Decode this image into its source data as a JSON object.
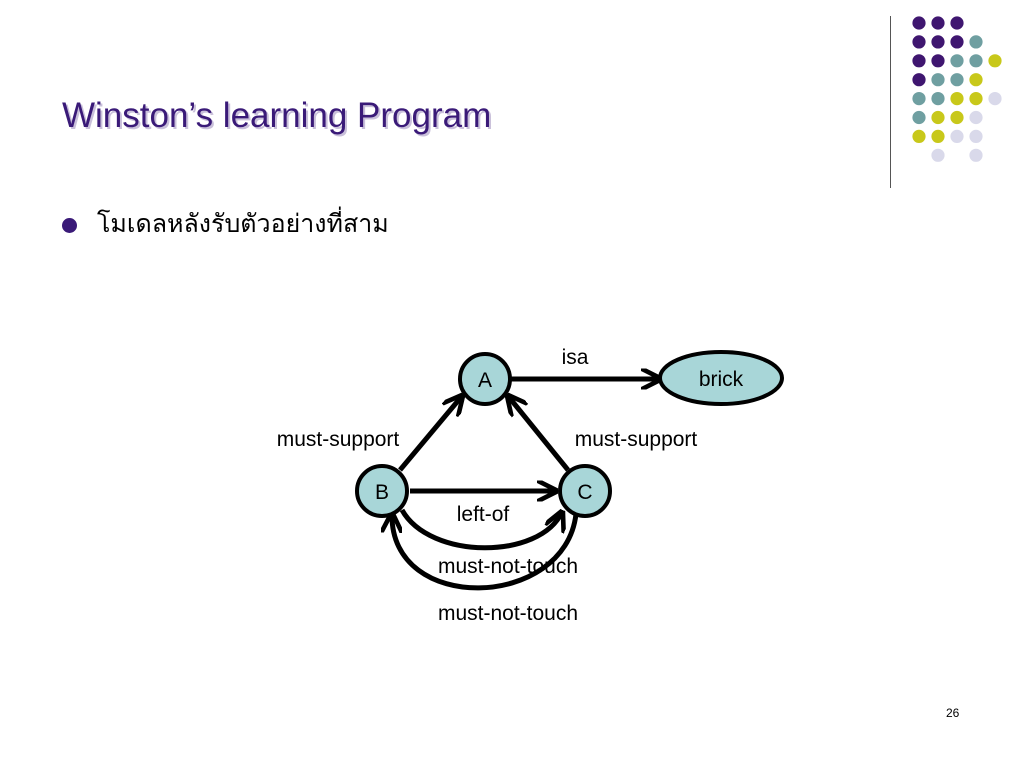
{
  "slide": {
    "title": "Winston’s learning Program",
    "bullet": "โมเดลหลังรับตัวอย่างที่สาม",
    "page_number": "26"
  },
  "colors": {
    "title": "#3a1a78",
    "node_fill": "#a8d6d8",
    "dot_purple": "#3f1670",
    "dot_teal": "#6f9fa1",
    "dot_yellow": "#c8c81a",
    "dot_lavender": "#d9d9ea"
  },
  "diagram": {
    "nodes": [
      {
        "id": "A",
        "label": "A"
      },
      {
        "id": "B",
        "label": "B"
      },
      {
        "id": "C",
        "label": "C"
      },
      {
        "id": "brick",
        "label": "brick"
      }
    ],
    "edges": [
      {
        "from": "A",
        "to": "brick",
        "label": "isa"
      },
      {
        "from": "B",
        "to": "A",
        "label": "must-support"
      },
      {
        "from": "C",
        "to": "A",
        "label": "must-support"
      },
      {
        "from": "B",
        "to": "C",
        "label": "left-of"
      },
      {
        "from": "B",
        "to": "C",
        "label": "must-not-touch"
      },
      {
        "from": "C",
        "to": "B",
        "label": "must-not-touch"
      }
    ]
  }
}
